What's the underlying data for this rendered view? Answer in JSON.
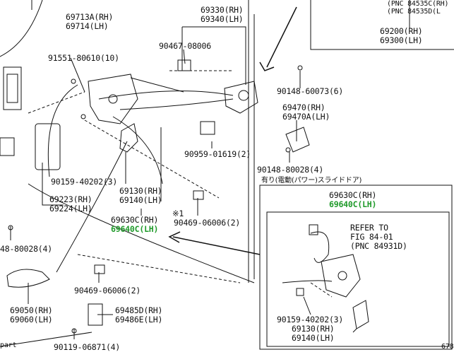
{
  "colors": {
    "ink": "#111111",
    "highlight": "#1f9a2a",
    "background": "#ffffff"
  },
  "labels": {
    "l69713": "69713A(RH)",
    "l69714": "69714(LH)",
    "l69330": "69330(RH)",
    "l69340": "69340(LH)",
    "l91551": "91551-80610(10)",
    "l90467": "90467-08006",
    "l90148a": "90148-60073(6)",
    "l69470": "69470(RH)",
    "l69470a": "69470A(LH)",
    "l90959": "90959-01619(2)",
    "l90148b": "90148-80028(4)",
    "l90159": "90159-40202(3)",
    "l69223": "69223(RH)",
    "l69224": "69224(LH)",
    "l69130": "69130(RH)",
    "l69140": "69140(LH)",
    "l90469a": "90469-06006(2)",
    "note": "※1",
    "l69630": "69630C(RH)",
    "l69640": "69640C(LH)",
    "l48028": "48-80028(4)",
    "l90469b": "90469-06006(2)",
    "l69050": "69050(RH)",
    "l69060": "69060(LH)",
    "l69485": "69485D(RH)",
    "l69486": "69486E(LH)",
    "l90119": "90119-06871(4)",
    "part": "part",
    "l69200": "69200(RH)",
    "l69300": "69300(LH)",
    "pnc1": "(PNC 84535C(RH)",
    "pnc2": "(PNC 84535D(L",
    "inset_title": "有り(電動(パワー)スライドドア)",
    "in69630": "69630C(RH)",
    "in69640": "69640C(LH)",
    "refer1": "REFER TO",
    "refer2": "FIG 84-01",
    "refer3": "(PNC 84931D)",
    "in90159": "90159-40202(3)",
    "in69130": "69130(RH)",
    "in69140": "69140(LH)",
    "page_no": "678"
  }
}
